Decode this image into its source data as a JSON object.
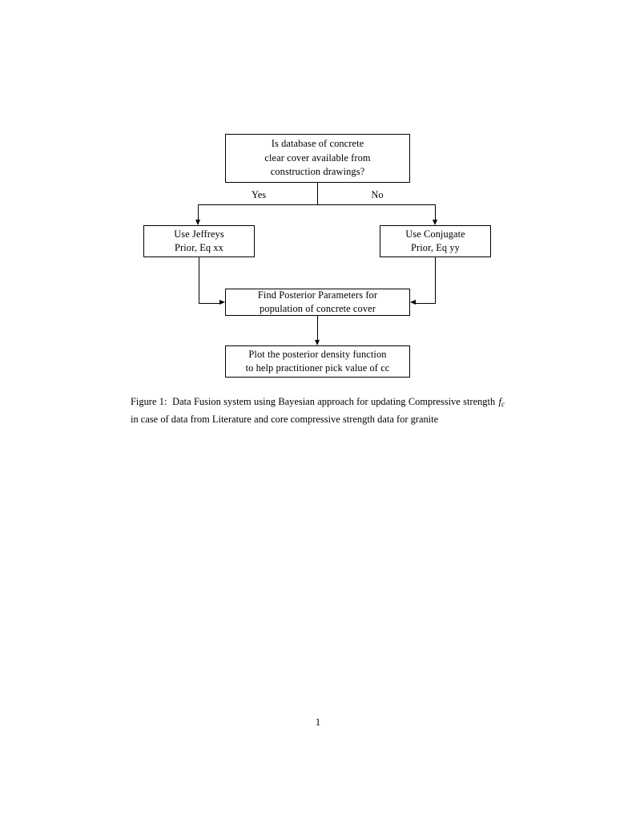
{
  "document": {
    "page_number": "1"
  },
  "figure": {
    "nodes": {
      "decision": {
        "lines": [
          "Is database of concrete",
          "clear cover available from",
          "construction drawings?"
        ]
      },
      "jeffreys": {
        "lines": [
          "Use Jeffreys",
          "Prior, Eq xx"
        ]
      },
      "conjugate": {
        "lines": [
          "Use Conjugate",
          "Prior, Eq yy"
        ]
      },
      "posterior": {
        "lines": [
          "Find Posterior Parameters for",
          "population of concrete cover"
        ]
      },
      "plot": {
        "lines": [
          "Plot the posterior density function",
          "to help practitioner pick value of cc"
        ]
      }
    },
    "branch_labels": {
      "yes": "Yes",
      "no": "No"
    },
    "edges": [
      {
        "from": "decision",
        "to": "jeffreys",
        "label": "Yes"
      },
      {
        "from": "decision",
        "to": "conjugate",
        "label": "No"
      },
      {
        "from": "jeffreys",
        "to": "posterior",
        "label": ""
      },
      {
        "from": "conjugate",
        "to": "posterior",
        "label": ""
      },
      {
        "from": "posterior",
        "to": "plot",
        "label": ""
      }
    ],
    "caption": {
      "label": "Figure 1:",
      "part1": "Data Fusion system using Bayesian approach for updating Compressive strength",
      "math": "f",
      "math_sub": "c",
      "part2": "in case of data from Literature and core compressive strength data for granite"
    }
  },
  "colors": {
    "ink": "#000000",
    "paper": "#ffffff"
  }
}
